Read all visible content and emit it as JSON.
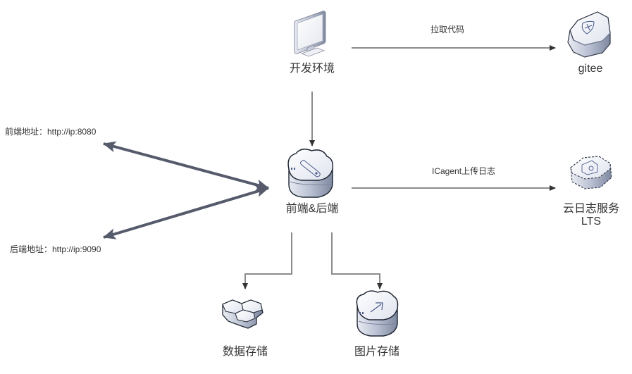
{
  "nodes": {
    "dev_env": {
      "label": "开发环境",
      "icon": "monitor-icon"
    },
    "gitee": {
      "label": "gitee",
      "icon": "shield-server-icon"
    },
    "frontend_backend": {
      "label": "前端&后端",
      "icon": "cloud-server-icon"
    },
    "lts": {
      "label_line1": "云日志服务",
      "label_line2": "LTS",
      "icon": "log-service-icon"
    },
    "data_storage": {
      "label": "数据存储",
      "icon": "database-cluster-icon"
    },
    "image_storage": {
      "label": "图片存储",
      "icon": "cloud-upload-icon"
    }
  },
  "edges": {
    "pull_code": {
      "label": "拉取代码",
      "from": "开发环境",
      "to": "gitee"
    },
    "upload_logs": {
      "label": "ICagent上传日志",
      "from": "前端&后端",
      "to": "云日志服务 LTS"
    },
    "dev_to_app": {
      "from": "开发环境",
      "to": "前端&后端"
    },
    "app_to_data": {
      "from": "前端&后端",
      "to": "数据存储"
    },
    "app_to_image": {
      "from": "前端&后端",
      "to": "图片存储"
    }
  },
  "addresses": {
    "frontend": "前端地址：http://ip:8080",
    "backend": "后端地址：http://ip:9090"
  },
  "colors": {
    "connector": "#8c8c8c",
    "arrowhead": "#333333",
    "address_arrow": "#555b6b",
    "text": "#333333"
  }
}
